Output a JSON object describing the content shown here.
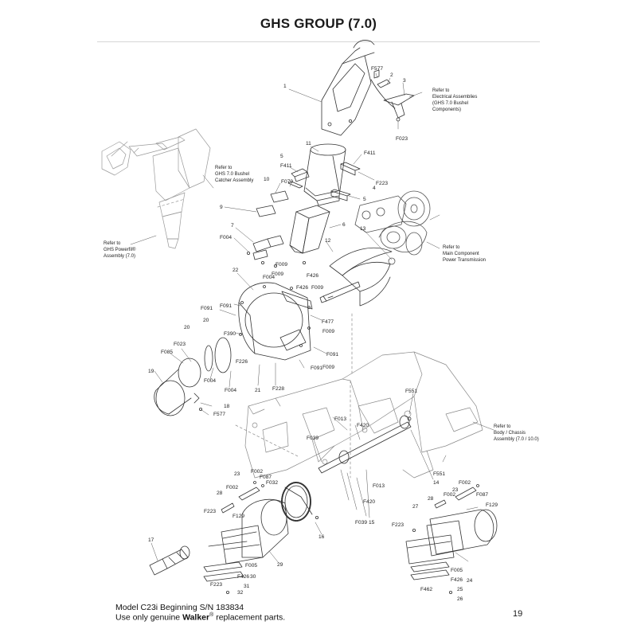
{
  "title": "GHS GROUP (7.0)",
  "refs": {
    "electrical": [
      "Refer to",
      "Electrical Assemblies",
      "(GHS 7.0 Bushel",
      "Components)"
    ],
    "bushel": [
      "Refer to",
      "GHS 7.0 Bushel",
      "Catcher Assembly"
    ],
    "powerfil": [
      "Refer to",
      "GHS Powerfil®",
      "Assembly (7.0)"
    ],
    "main_component": [
      "Refer to",
      "Main Component",
      "Power Transmission"
    ],
    "body_chassis": [
      "Refer to",
      "Body / Chassis",
      "Assembly (7.0 / 10.0)"
    ]
  },
  "callouts": [
    "1",
    "2",
    "3",
    "F577",
    "F023",
    "11",
    "5",
    "F411",
    "F411",
    "F223",
    "4",
    "5",
    "F079",
    "10",
    "9",
    "6",
    "7",
    "F004",
    "F009",
    "F004",
    "F009",
    "13",
    "12",
    "F426",
    "22",
    "F426",
    "F009",
    "F091",
    "F091",
    "F477",
    "F390",
    "F009",
    "20",
    "20",
    "F023",
    "F085",
    "19",
    "F226",
    "F091",
    "F091",
    "F004",
    "F004",
    "21",
    "F228",
    "F009",
    "18",
    "F577",
    "F551",
    "F013",
    "F420",
    "F039",
    "23",
    "F002",
    "F087",
    "F032",
    "28",
    "F002",
    "F223",
    "F129",
    "16",
    "17",
    "F005",
    "F426",
    "30",
    "29",
    "F223",
    "31",
    "32",
    "F013",
    "F420",
    "F039",
    "15",
    "14",
    "F551",
    "F002",
    "23",
    "F087",
    "28",
    "F002",
    "F129",
    "27",
    "F223",
    "F005",
    "F426",
    "24",
    "25",
    "F462",
    "26"
  ],
  "footer": {
    "line1": "Model C23i Beginning S/N 183834",
    "line2_prefix": "Use only genuine ",
    "line2_brand": "Walker",
    "line2_reg": "®",
    "line2_suffix": " replacement parts."
  },
  "page_number": "19"
}
